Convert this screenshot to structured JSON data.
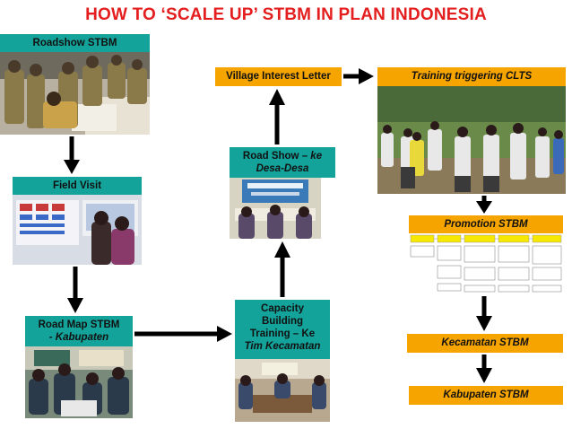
{
  "title": "HOW TO ‘SCALE UP’ STBM IN PLAN INDONESIA",
  "roadshow": {
    "label": "Roadshow STBM"
  },
  "field_visit": {
    "label": "Field Visit"
  },
  "road_map": {
    "line1": "Road Map STBM",
    "line2": "- Kabupaten"
  },
  "capacity": {
    "line1": "Capacity",
    "line2": "Building",
    "line3": "Training – Ke",
    "line4": "Tim Kecamatan"
  },
  "road_show_desa": {
    "line1_a": "Road Show – ",
    "line1_b": "ke",
    "line2": "Desa-Desa"
  },
  "village_letter": {
    "label": "Village Interest Letter"
  },
  "training_clts": {
    "label": "Training triggering CLTS"
  },
  "promotion": {
    "label": "Promotion STBM"
  },
  "kecamatan": {
    "label": "Kecamatan STBM"
  },
  "kabupaten": {
    "label": "Kabupaten STBM"
  },
  "colors": {
    "title_red": "#e41e1e",
    "teal": "#14a39a",
    "orange": "#f6a400",
    "arrow": "#000000"
  }
}
